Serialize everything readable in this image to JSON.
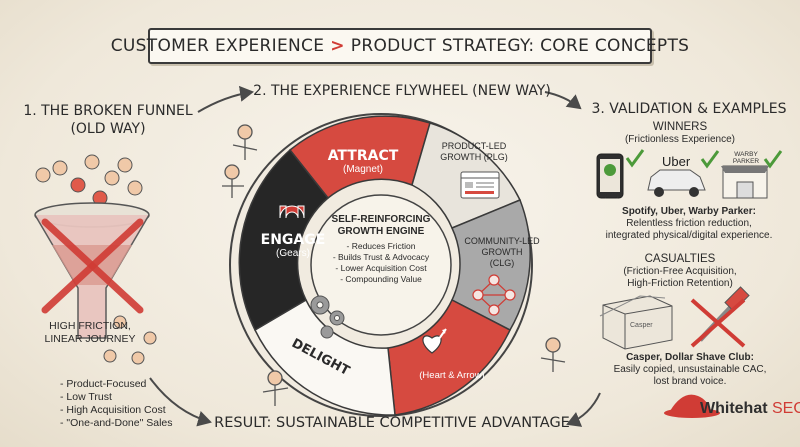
{
  "title": {
    "left": "CUSTOMER EXPERIENCE",
    "separator": ">",
    "right": "PRODUCT STRATEGY: CORE CONCEPTS"
  },
  "section1": {
    "heading_line1": "1. THE BROKEN FUNNEL",
    "heading_line2": "(OLD WAY)",
    "friction_line1": "HIGH FRICTION,",
    "friction_line2": "LINEAR JOURNEY",
    "bullets": [
      "- Product-Focused",
      "- Low Trust",
      "- High Acquisition Cost",
      "- \"One-and-Done\" Sales"
    ]
  },
  "section2": {
    "heading": "2. THE EXPERIENCE FLYWHEEL (NEW WAY)",
    "attract": {
      "label": "ATTRACT",
      "sub": "(Magnet)"
    },
    "engage": {
      "label": "ENGAGE",
      "sub": "(Gears)"
    },
    "delight": {
      "label": "DELIGHT"
    },
    "heart": {
      "sub": "(Heart & Arrow)"
    },
    "plg": {
      "line1": "PRODUCT-LED",
      "line2": "GROWTH (PLG)"
    },
    "clg": {
      "line1": "COMMUNITY-LED",
      "line2": "GROWTH",
      "line3": "(CLG)"
    },
    "engine": {
      "title_line1": "SELF-REINFORCING",
      "title_line2": "GROWTH ENGINE",
      "items": [
        "- Reduces Friction",
        "- Builds Trust & Advocacy",
        "- Lower Acquisition Cost",
        "- Compounding Value"
      ]
    }
  },
  "section3": {
    "heading": "3. VALIDATION & EXAMPLES",
    "winners": {
      "heading": "WINNERS",
      "sub": "(Frictionless Experience)",
      "icons": {
        "phone": "Spotify",
        "car": "Uber",
        "store_line1": "WARBY",
        "store_line2": "PARKER"
      },
      "caption_bold": "Spotify, Uber, Warby Parker:",
      "caption_line1": "Relentless friction reduction,",
      "caption_line2": "integrated physical/digital experience."
    },
    "casualties": {
      "heading": "CASUALTIES",
      "sub_line1": "(Friction-Free Acquisition,",
      "sub_line2": "High-Friction Retention)",
      "box_label": "Casper",
      "caption_bold": "Casper, Dollar Shave Club:",
      "caption_line1": "Easily copied, unsustainable CAC,",
      "caption_line2": "lost brand voice."
    }
  },
  "result": "RESULT: SUSTAINABLE COMPETITIVE ADVANTAGE",
  "logo": {
    "name": "Whitehat",
    "suffix": "SEO"
  },
  "colors": {
    "accent_red": "#d03c35",
    "dark": "#2f2f2f",
    "gray": "#8d8d8d",
    "paper": "#f3eee4",
    "check_green": "#4c9a3a"
  }
}
